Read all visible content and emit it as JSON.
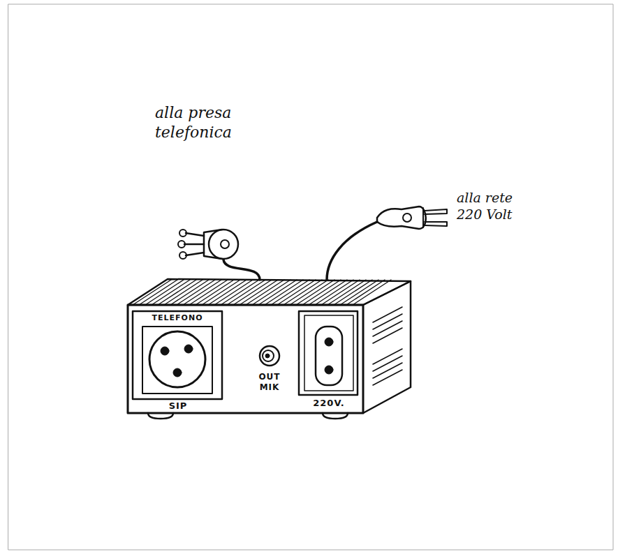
{
  "diagram": {
    "labels": [
      "alla presa telefonica",
      "alla rete 220 Volt",
      "TELEFONO",
      "SIP",
      "OUT MIK",
      "220V."
    ]
  }
}
